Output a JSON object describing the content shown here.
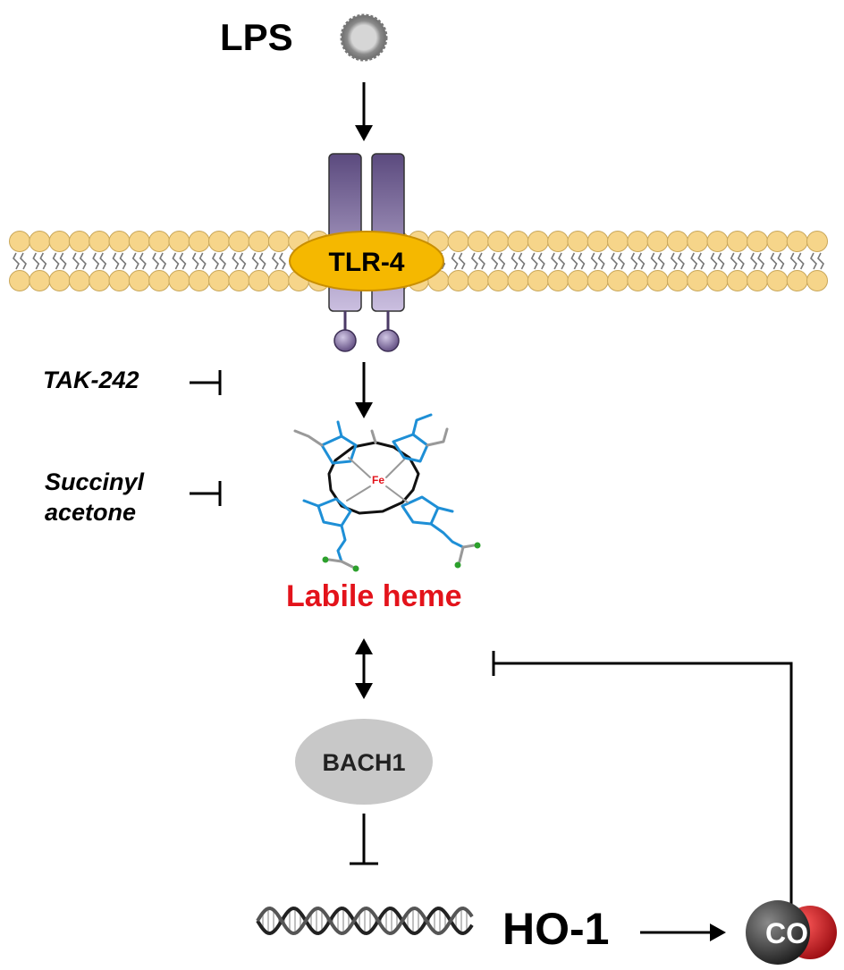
{
  "labels": {
    "lps": "LPS",
    "tlr4": "TLR-4",
    "tak242": "TAK-242",
    "succinyl_line1": "Succinyl",
    "succinyl_line2": "acetone",
    "labile_heme": "Labile heme",
    "fe": "Fe",
    "bach1": "BACH1",
    "ho1": "HO-1",
    "co": "CO"
  },
  "colors": {
    "heme_label": "#e3131b",
    "tlr4_fill": "#f5b800",
    "receptor_purple": "#6d5a8c",
    "membrane_head": "#f6d58a",
    "bach1_fill": "#c8c8c8",
    "co_carbon": "#2b2b2b",
    "co_oxygen": "#c0141a",
    "heme_bonds": "#1e8fd6"
  }
}
